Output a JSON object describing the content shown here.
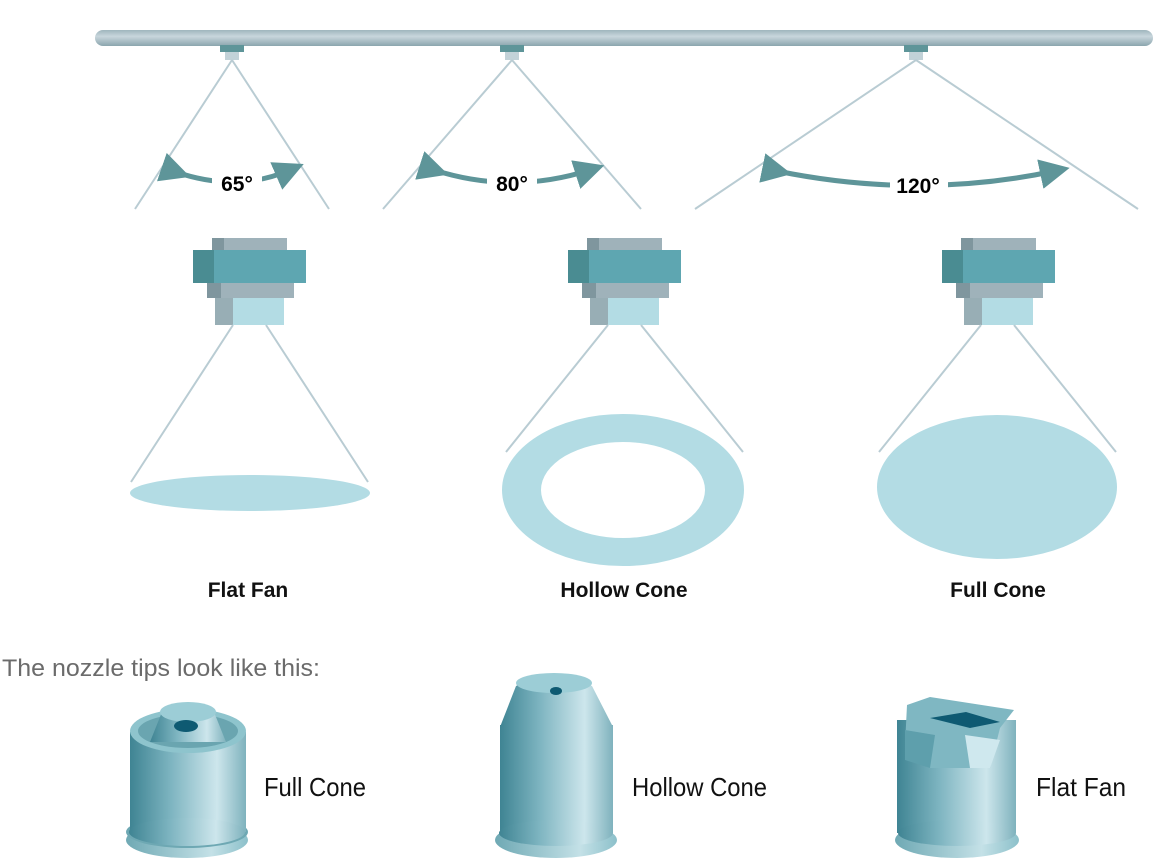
{
  "spray_patterns": [
    {
      "name": "Flat Fan",
      "angle": "65°"
    },
    {
      "name": "Hollow Cone",
      "angle": "80°"
    },
    {
      "name": "Full Cone",
      "angle": "120°"
    }
  ],
  "intro_text": "The nozzle tips look like this:",
  "tips": [
    {
      "name": "Full Cone"
    },
    {
      "name": "Hollow Cone"
    },
    {
      "name": "Flat Fan"
    }
  ],
  "colors": {
    "teal": "#5ea6b1",
    "teal_dark": "#4a8c92",
    "gray": "#9fb2ba",
    "light": "#b3dce4",
    "line": "#b9ccd3",
    "arrow": "#5e9599"
  }
}
